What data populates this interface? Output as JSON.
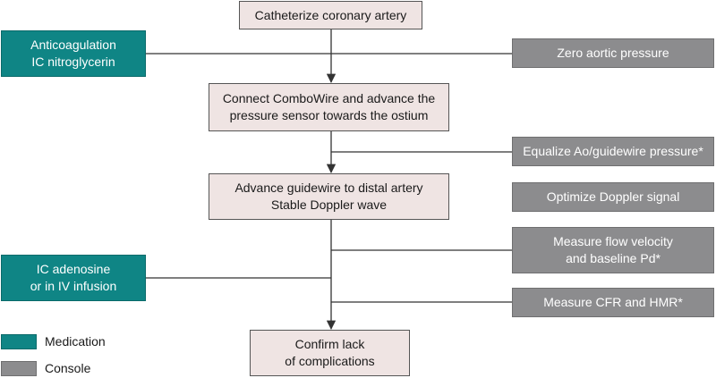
{
  "steps": [
    {
      "lines": [
        "Catheterize coronary artery"
      ]
    },
    {
      "lines": [
        "Connect ComboWire and advance the",
        "pressure sensor towards the ostium"
      ]
    },
    {
      "lines": [
        "Advance guidewire to distal artery",
        "Stable Doppler wave"
      ]
    },
    {
      "lines": [
        "Confirm lack",
        "of complications"
      ]
    }
  ],
  "medications": [
    {
      "lines": [
        "Anticoagulation",
        "IC nitroglycerin"
      ]
    },
    {
      "lines": [
        "IC adenosine",
        "or in IV infusion"
      ]
    }
  ],
  "console": [
    {
      "lines": [
        "Zero aortic pressure"
      ]
    },
    {
      "lines": [
        "Equalize Ao/guidewire pressure*"
      ]
    },
    {
      "lines": [
        "Optimize Doppler signal"
      ]
    },
    {
      "lines": [
        "Measure flow velocity",
        "and baseline Pd*"
      ]
    },
    {
      "lines": [
        "Measure CFR and HMR*"
      ]
    }
  ],
  "legend": {
    "medication_label": "Medication",
    "console_label": "Console"
  },
  "colors": {
    "medication": "#0f8585",
    "console": "#8c8c8e",
    "step": "#efe4e3",
    "line": "#333333"
  }
}
